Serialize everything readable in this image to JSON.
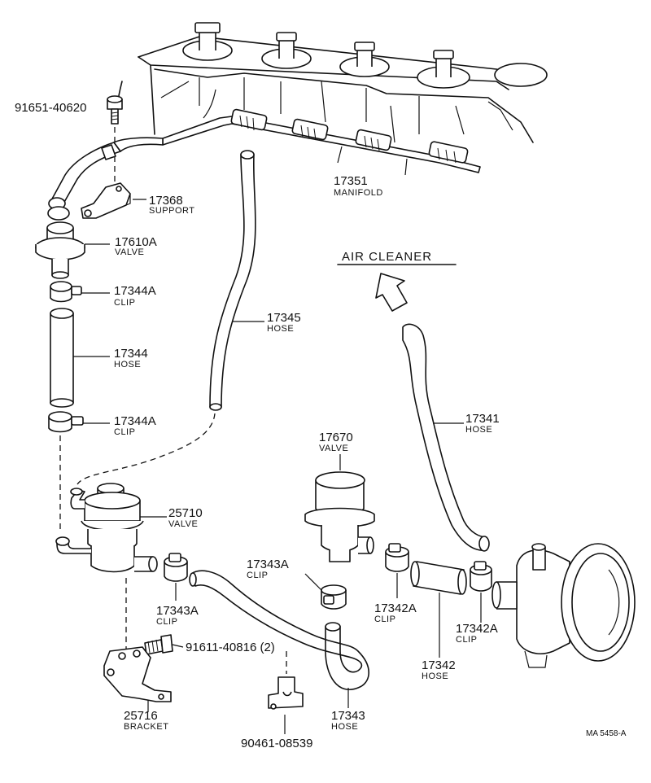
{
  "air_cleaner_label": "AIR CLEANER",
  "drawing_code": "MA 5458-A",
  "parts": [
    {
      "id": "bolt_91651",
      "number": "91651-40620",
      "name": ""
    },
    {
      "id": "support_17368",
      "number": "17368",
      "name": "SUPPORT"
    },
    {
      "id": "valve_17610A",
      "number": "17610A",
      "name": "VALVE"
    },
    {
      "id": "clip_17344A_top",
      "number": "17344A",
      "name": "CLIP"
    },
    {
      "id": "hose_17344",
      "number": "17344",
      "name": "HOSE"
    },
    {
      "id": "clip_17344A_bottom",
      "number": "17344A",
      "name": "CLIP"
    },
    {
      "id": "manifold_17351",
      "number": "17351",
      "name": "MANIFOLD"
    },
    {
      "id": "hose_17345",
      "number": "17345",
      "name": "HOSE"
    },
    {
      "id": "hose_17341",
      "number": "17341",
      "name": "HOSE"
    },
    {
      "id": "valve_17670",
      "number": "17670",
      "name": "VALVE"
    },
    {
      "id": "valve_25710",
      "number": "25710",
      "name": "VALVE"
    },
    {
      "id": "clip_17343A_right",
      "number": "17343A",
      "name": "CLIP"
    },
    {
      "id": "clip_17343A_left",
      "number": "17343A",
      "name": "CLIP"
    },
    {
      "id": "clip_17342A_left",
      "number": "17342A",
      "name": "CLIP"
    },
    {
      "id": "clip_17342A_right",
      "number": "17342A",
      "name": "CLIP"
    },
    {
      "id": "bolt_91611",
      "number": "91611-40816 (2)",
      "name": ""
    },
    {
      "id": "hose_17342",
      "number": "17342",
      "name": "HOSE"
    },
    {
      "id": "bracket_25716",
      "number": "25716",
      "name": "BRACKET"
    },
    {
      "id": "hose_17343",
      "number": "17343",
      "name": "HOSE"
    },
    {
      "id": "clamp_90461",
      "number": "90461-08539",
      "name": ""
    }
  ]
}
